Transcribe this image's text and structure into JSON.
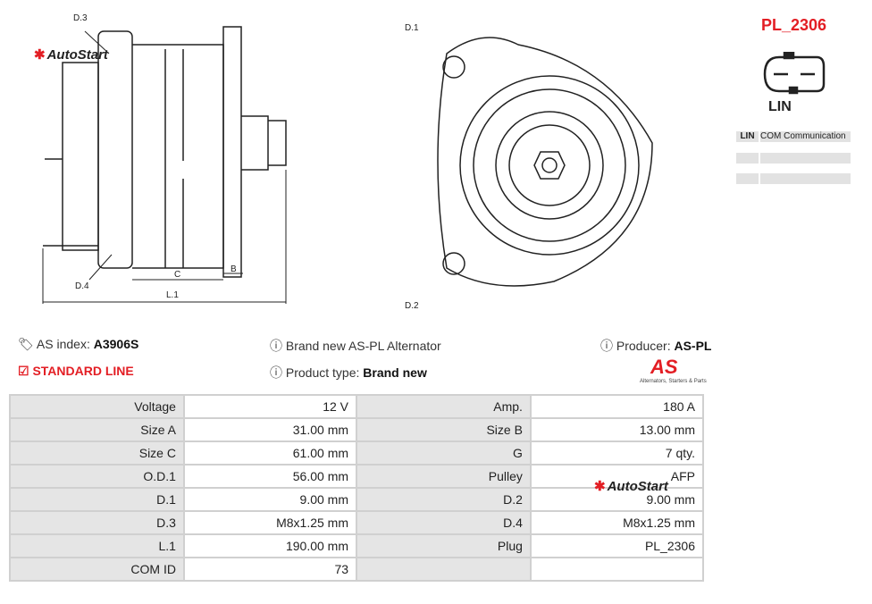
{
  "brand_logo": "AutoStart",
  "connector": {
    "code": "PL_2306",
    "label": "LIN",
    "pins": [
      {
        "pin": "LIN",
        "desc": "COM Communication"
      },
      {
        "pin": "",
        "desc": ""
      },
      {
        "pin": "",
        "desc": ""
      }
    ]
  },
  "diagram_labels": {
    "d3": "D.3",
    "d4": "D.4",
    "c": "C",
    "b": "B",
    "l1": "L.1",
    "d1": "D.1",
    "d2": "D.2"
  },
  "info": {
    "as_index_label": "AS index:",
    "as_index": "A3906S",
    "line": "STANDARD LINE",
    "desc": "Brand new AS-PL Alternator",
    "type_label": "Product type:",
    "type": "Brand new",
    "producer_label": "Producer:",
    "producer": "AS-PL",
    "as_logo": "AS",
    "as_tagline": "Alternators, Starters & Parts"
  },
  "specs": [
    [
      "Voltage",
      "12 V",
      "Amp.",
      "180 A"
    ],
    [
      "Size A",
      "31.00 mm",
      "Size B",
      "13.00 mm"
    ],
    [
      "Size C",
      "61.00 mm",
      "G",
      "7 qty."
    ],
    [
      "O.D.1",
      "56.00 mm",
      "Pulley",
      "AFP"
    ],
    [
      "D.1",
      "9.00 mm",
      "D.2",
      "9.00 mm"
    ],
    [
      "D.3",
      "M8x1.25 mm",
      "D.4",
      "M8x1.25 mm"
    ],
    [
      "L.1",
      "190.00 mm",
      "Plug",
      "PL_2306"
    ],
    [
      "COM ID",
      "73",
      "",
      ""
    ]
  ]
}
